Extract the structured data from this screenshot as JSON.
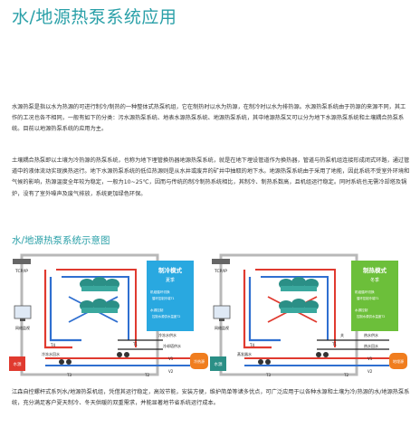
{
  "page": {
    "title": "水/地源热泵系统应用",
    "paragraph_1": "水源热泵是指以水为热源的可进行制冷/制热的一种整体式热泵机组，它在制热时以水为热源，在制冷时以水为排热源。水源热泵系统由于热源的来源不同，其工作的工况也各不相同，一般有如下的分类：污水源热泵系统、地表水源热泵系统、地源热泵系统，其中地源热泵又可以分为地下水源热泵系统和土壤耦合热泵系统。目前以地源热泵系统的应用为主。",
    "paragraph_2": "土壤耦合热泵即以土壤为冷热源的热泵系统，也称为地下埋管换热器地源热泵系统，就是在地下埋设管道作为换热器，管道与热泵机组连接形成闭式环路，通过管道中的液体流动实现换热运行。地下水源热泵系统的低位热源则是从水井或废弃的矿井中抽取的地下水。地源热泵系统由于采用了地能，因此系统不受室外环境和气候的影响，热源温度全年较为稳定，一般为10~25℃，因而与传统的制冷制热系统相比，其制冷、制热系数高，且机组运行稳定。同时系统也无需冷却塔及锅炉，没有了室外噪声及废气排放，系统更加绿色环保。",
    "section_title": "水/地源热泵系统示意图",
    "footer": "江森自控螺杆式系列水/地源热泵机组，凭借其运行稳定，高效节能，安装方便，维护简单等诸多优点，可广泛应用于以各种水源和土壤为冷/热源的水/地源热泵系统，充分满足客户夏天制冷、冬天供暖的双重需求，并能显著地节省系统运行成本。"
  },
  "diagram": {
    "left": {
      "mode_title": "制冷模式",
      "season": "夏季",
      "header_1": "机组循环切换",
      "item_1": "循环控制冷端T1",
      "header_2": "水源控制",
      "item_2": "控制水源供水温度T2",
      "controller": "TCP/IP",
      "computer_label": "网络监视",
      "source_label": "水源",
      "loads_label": "冷却塔供水",
      "chw_supply": "冷冻水供水",
      "chw_return": "冷冻水回水",
      "tank_label": "冷热源",
      "t1": "T1",
      "t2": "T2",
      "t3": "T3",
      "t4": "T4",
      "v1": "V1",
      "v2": "V2"
    },
    "right": {
      "mode_title": "制热模式",
      "season": "冬季",
      "header_1": "机组循环切换",
      "item_1": "循环控制冷端T1",
      "header_2": "水源控制",
      "item_2": "控制水源供水温度T2",
      "controller": "TCP/IP",
      "computer_label": "网络监视",
      "source_label": "水源",
      "hw_supply": "热水供水",
      "hw_return": "热水回水",
      "src_supply": "蒸发器水",
      "tank_label": "地埋源",
      "open_label": "关",
      "t1": "T1",
      "t2": "T2",
      "t3": "T3",
      "t4": "T4",
      "v1": "V1",
      "v2": "V2"
    }
  },
  "colors": {
    "title": "#2aa0a8",
    "cooling_panel": "#29a8e0",
    "heating_panel": "#6cbf3a",
    "hot_pipe": "#e03a2f",
    "cold_pipe": "#2f6fd0",
    "source_box": "#e03a2f",
    "tank_orange": "#f07d1e"
  }
}
